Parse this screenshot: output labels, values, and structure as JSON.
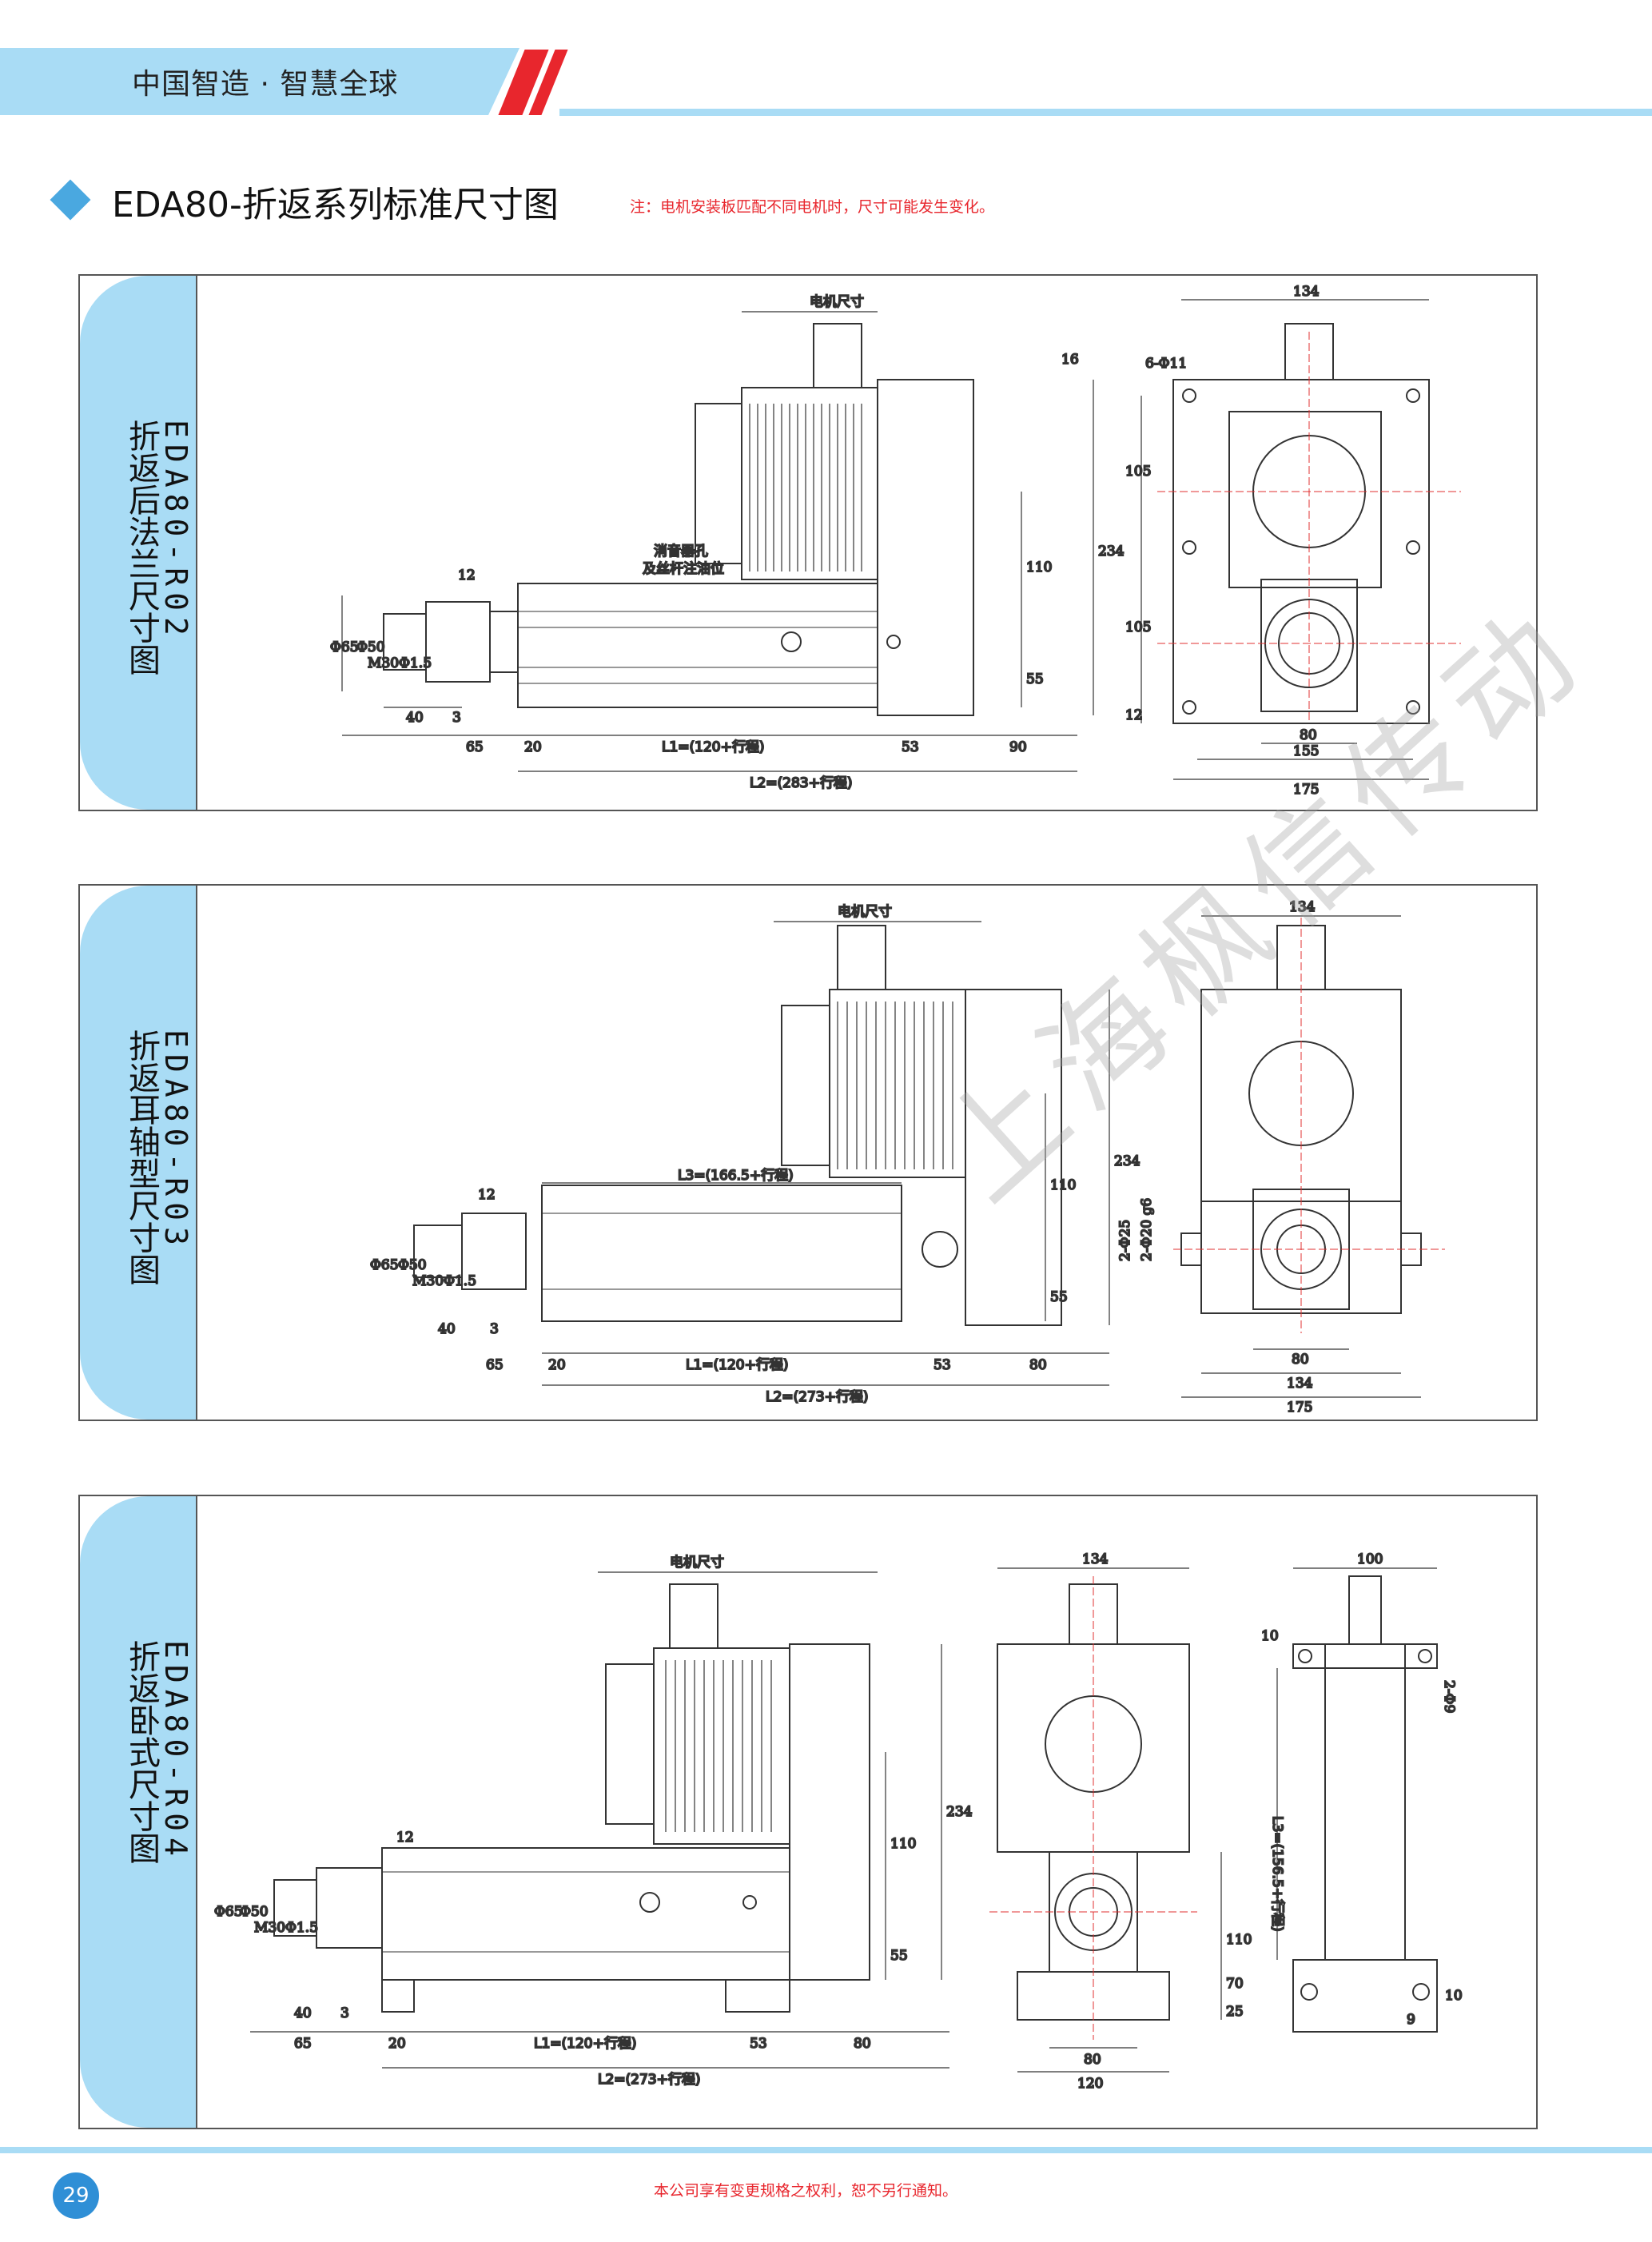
{
  "header": {
    "tagline": "中国智造 · 智慧全球"
  },
  "section": {
    "title": "EDA80-折返系列标准尺寸图",
    "note": "注：电机安装板匹配不同电机时，尺寸可能发生变化。"
  },
  "panels": [
    {
      "tab_cn": "折返后法兰尺寸图",
      "tab_model": "EDA80-R02",
      "labels": {
        "motor": "电机尺寸",
        "muffler": "消音器孔",
        "oil": "及丝杆注油位",
        "l1": "L1=(120+行程)",
        "l2": "L2=(283+行程)",
        "holes": "6-Φ11"
      },
      "dims": {
        "d12": "12",
        "d65": "Φ65",
        "d50": "Φ50",
        "m30": "M30Φ1.5",
        "d40": "40",
        "d3": "3",
        "d65b": "65",
        "d20": "20",
        "d53": "53",
        "d90": "90",
        "d16": "16",
        "d110": "110",
        "d234": "234",
        "d55": "55",
        "w134": "134",
        "h105a": "105",
        "h105b": "105",
        "h12": "12",
        "w80": "80",
        "w155": "155",
        "w175": "175"
      }
    },
    {
      "tab_cn": "折返耳轴型尺寸图",
      "tab_model": "EDA80-R03",
      "labels": {
        "motor": "电机尺寸",
        "l3": "L3=(166.5+行程)",
        "l1": "L1=(120+行程)",
        "l2": "L2=(273+行程)",
        "trun1": "2-Φ25",
        "trun2": "2-Φ20 g6"
      },
      "dims": {
        "d12": "12",
        "d65": "Φ65",
        "d50": "Φ50",
        "m30": "M30Φ1.5",
        "d40": "40",
        "d3": "3",
        "d65b": "65",
        "d20": "20",
        "d53": "53",
        "d80": "80",
        "d110": "110",
        "d234": "234",
        "d55": "55",
        "w134": "134",
        "w80": "80",
        "w134b": "134",
        "w175": "175"
      }
    },
    {
      "tab_cn": "折返卧式尺寸图",
      "tab_model": "EDA80-R04",
      "labels": {
        "motor": "电机尺寸",
        "l1": "L1=(120+行程)",
        "l2": "L2=(273+行程)",
        "l3": "L3=(156.5+行程)",
        "holes": "2-Φ9"
      },
      "dims": {
        "d12": "12",
        "d65": "Φ65",
        "d50": "Φ50",
        "m30": "M30Φ1.5",
        "d40": "40",
        "d3": "3",
        "d65b": "65",
        "d20": "20",
        "d53": "53",
        "d80": "80",
        "d110": "110",
        "d234": "234",
        "d55": "55",
        "w134": "134",
        "w80": "80",
        "w120": "120",
        "h110": "110",
        "h70": "70",
        "h25": "25",
        "w100": "100",
        "d10a": "10",
        "d10b": "10",
        "d9": "9"
      }
    }
  ],
  "watermark": "上海枫信传动",
  "footer": {
    "page": "29",
    "notice": "本公司享有变更规格之权利，恕不另行通知。"
  },
  "colors": {
    "accent_blue": "#a9dcf5",
    "brand_red": "#e8262d",
    "page_circle": "#2f8fd6"
  }
}
